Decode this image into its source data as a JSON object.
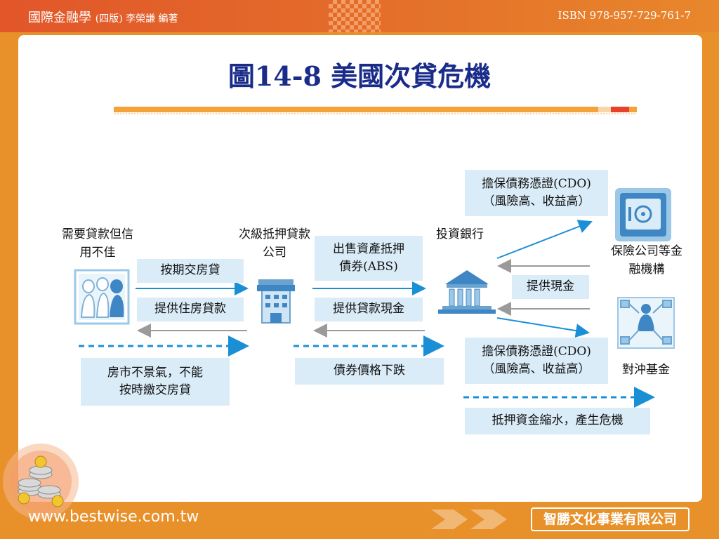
{
  "header": {
    "book_title": "國際金融學",
    "book_subtitle": "(四版) 李榮謙 編著",
    "isbn": "ISBN 978-957-729-761-7"
  },
  "title": "圖14-8 美國次貸危機",
  "footer": {
    "url": "www.bestwise.com.tw",
    "publisher": "智勝文化事業有限公司"
  },
  "diagram": {
    "nodes": {
      "borrower": "需要貸款但信用不佳",
      "subprime_lender": "次級抵押貸款公司",
      "investment_bank": "投資銀行",
      "insurance": "保險公司等金融機構",
      "hedge_fund": "對沖基金"
    },
    "flows": {
      "pay_mortgage": "按期交房貸",
      "provide_loan": "提供住房貸款",
      "sell_abs": "出售資產抵押債券(ABS)",
      "provide_cash_loan": "提供貸款現金",
      "cdo_top": "擔保債務憑證(CDO)（風險高、收益高）",
      "provide_cash": "提供現金",
      "cdo_bottom": "擔保債務憑證(CDO)（風險高、收益高）"
    },
    "crisis": {
      "housing_slump": "房市不景氣，不能按時繳交房貸",
      "bond_price_fall": "債券價格下跌",
      "collateral_shrink": "抵押資金縮水，產生危機"
    }
  },
  "colors": {
    "accent_orange": "#e8912b",
    "title_blue": "#1a2c8a",
    "box_blue": "#daecf8",
    "arrow_blue": "#1a8fd6",
    "arrow_gray": "#9a9a9a"
  }
}
